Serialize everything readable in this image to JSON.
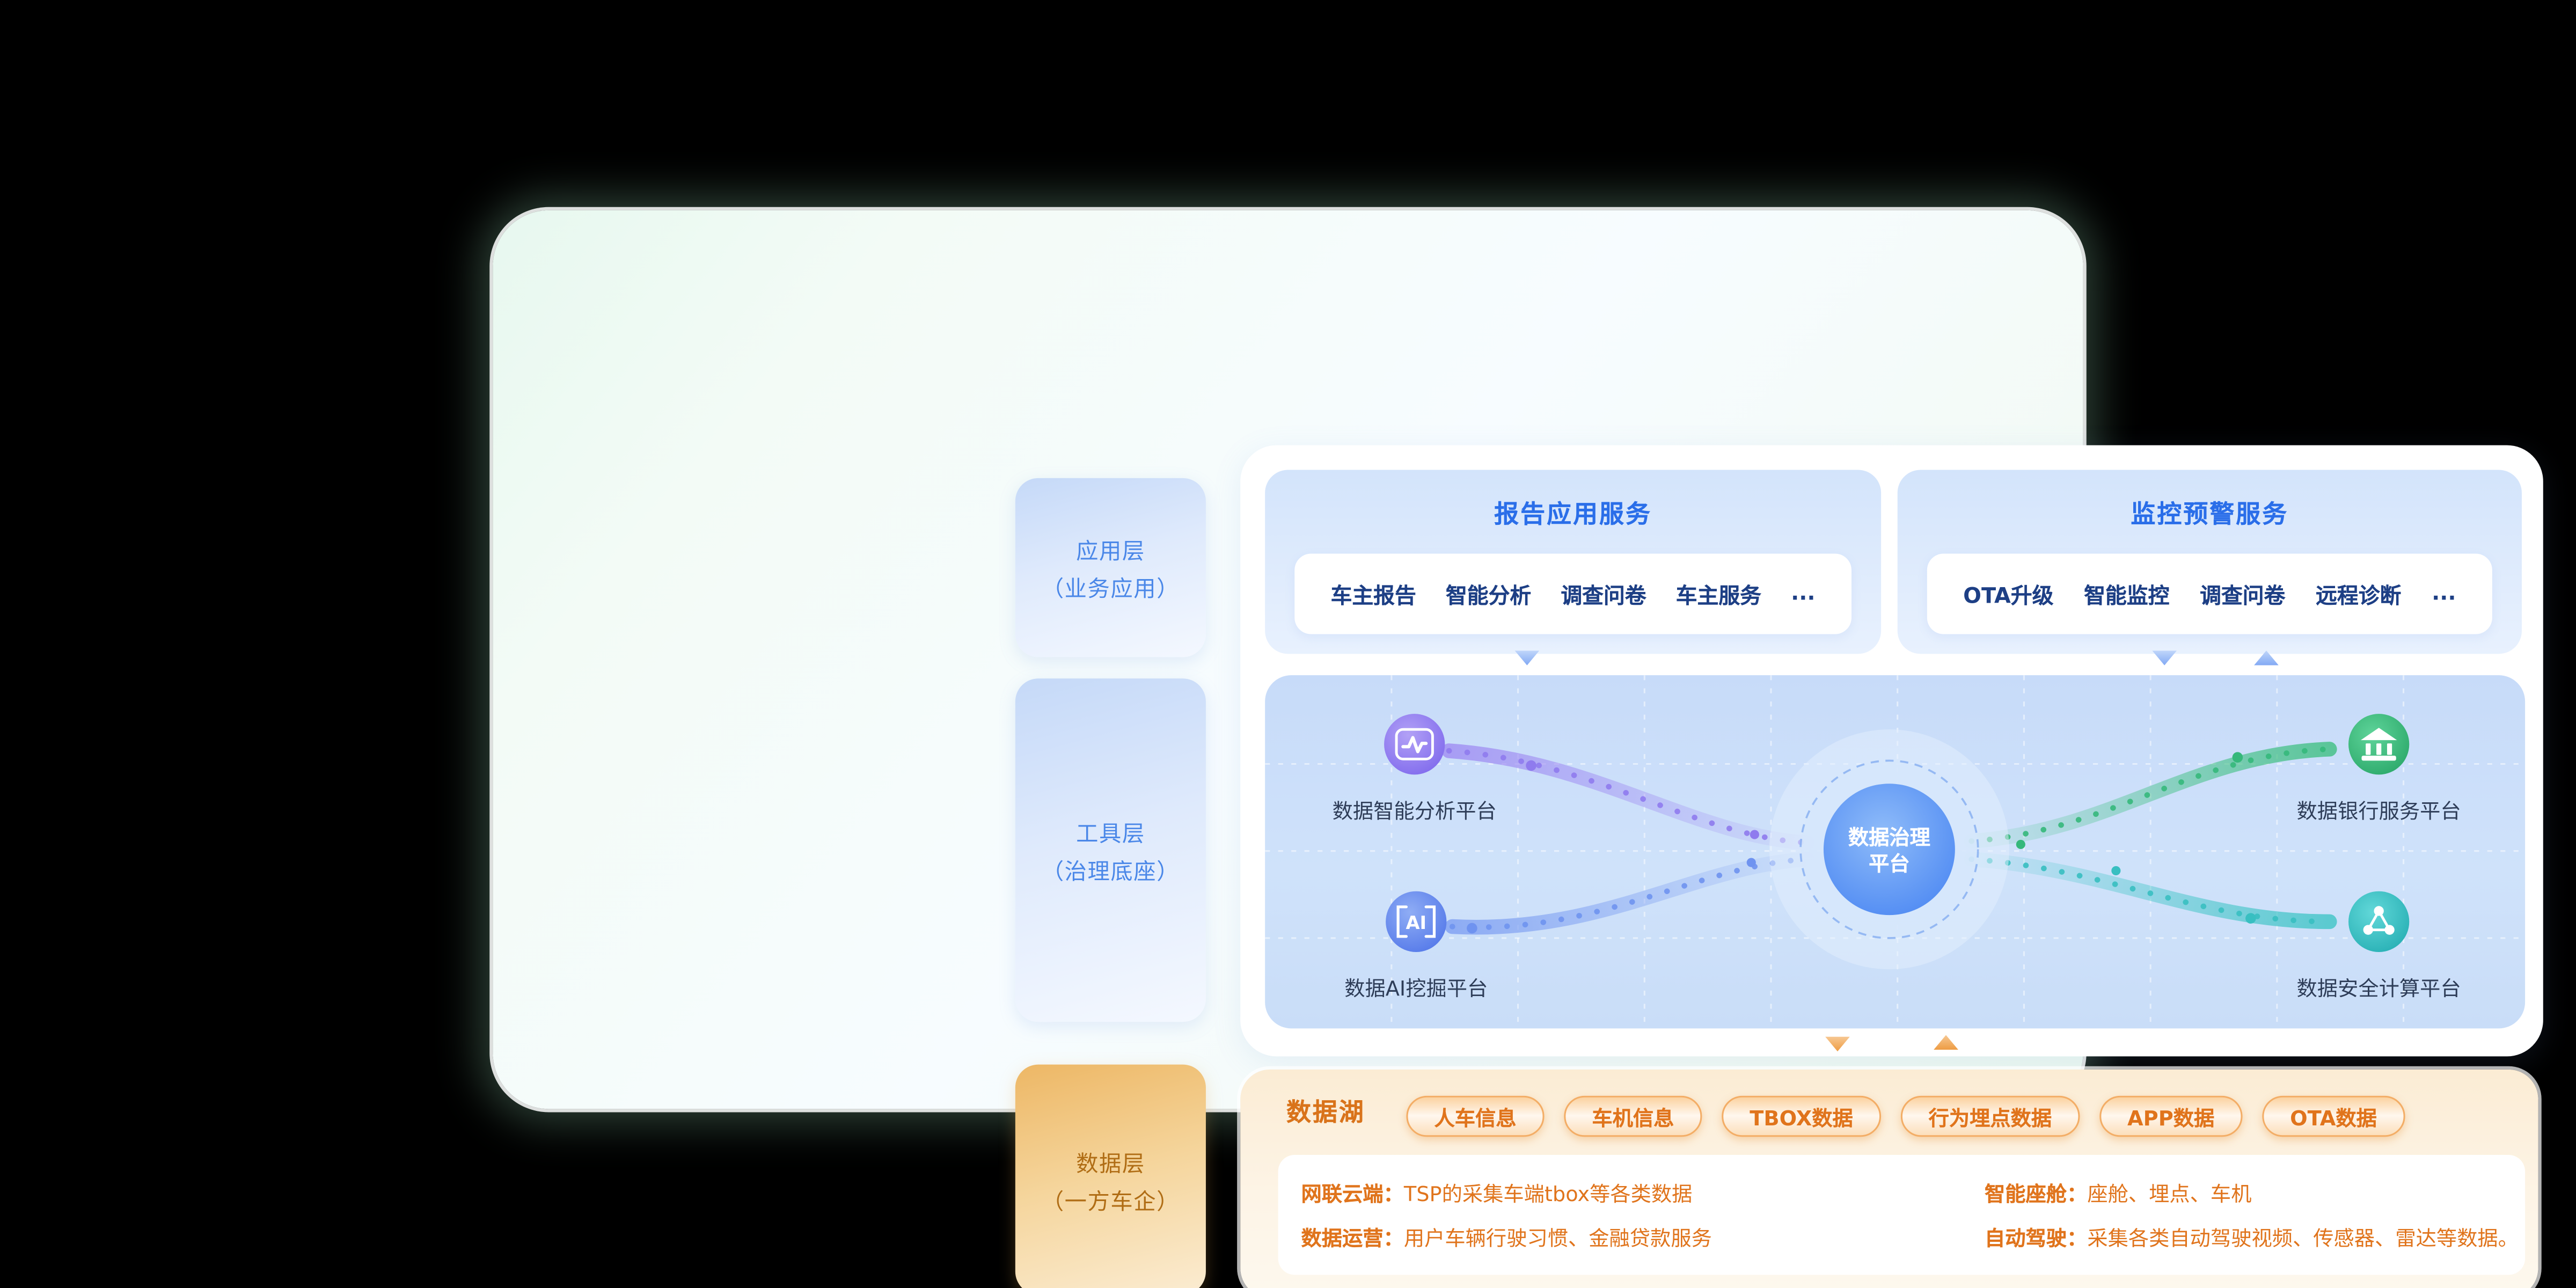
{
  "colors": {
    "accent_blue": "#2a6ee9",
    "accent_orange": "#e0741c",
    "node_purple": "#8b76ee",
    "node_blue": "#5a83ec",
    "node_green": "#33b478",
    "node_teal": "#34bfc2",
    "canvas_blue": "#cbdffa"
  },
  "layers": [
    {
      "title": "应用层",
      "subtitle": "（业务应用）"
    },
    {
      "title": "工具层",
      "subtitle": "（治理底座）"
    },
    {
      "title": "数据层",
      "subtitle": "（一方车企）"
    }
  ],
  "services": [
    {
      "title": "报告应用服务",
      "items": [
        "车主报告",
        "智能分析",
        "调查问卷",
        "车主服务",
        "..."
      ]
    },
    {
      "title": "监控预警服务",
      "items": [
        "OTA升级",
        "智能监控",
        "调查问卷",
        "远程诊断",
        "..."
      ]
    }
  ],
  "governance": {
    "center": {
      "line1": "数据治理",
      "line2": "平台"
    },
    "platforms": [
      {
        "label": "数据智能分析平台",
        "icon": "pulse-chart-icon"
      },
      {
        "label": "数据AI挖掘平台",
        "icon": "ai-brackets-icon"
      },
      {
        "label": "数据银行服务平台",
        "icon": "bank-icon"
      },
      {
        "label": "数据安全计算平台",
        "icon": "network-nodes-icon"
      }
    ],
    "ai_icon_text": "AI"
  },
  "data_lake": {
    "title": "数据湖",
    "pills": [
      "人车信息",
      "车机信息",
      "TBOX数据",
      "行为埋点数据",
      "APP数据",
      "OTA数据"
    ],
    "notes": [
      {
        "label": "网联云端：",
        "text": "TSP的采集车端tbox等各类数据"
      },
      {
        "label": "数据运营：",
        "text": "用户车辆行驶习惯、金融贷款服务"
      },
      {
        "label": "智能座舱：",
        "text": "座舱、埋点、车机"
      },
      {
        "label": "自动驾驶：",
        "text": "采集各类自动驾驶视频、传感器、雷达等数据。"
      }
    ]
  }
}
